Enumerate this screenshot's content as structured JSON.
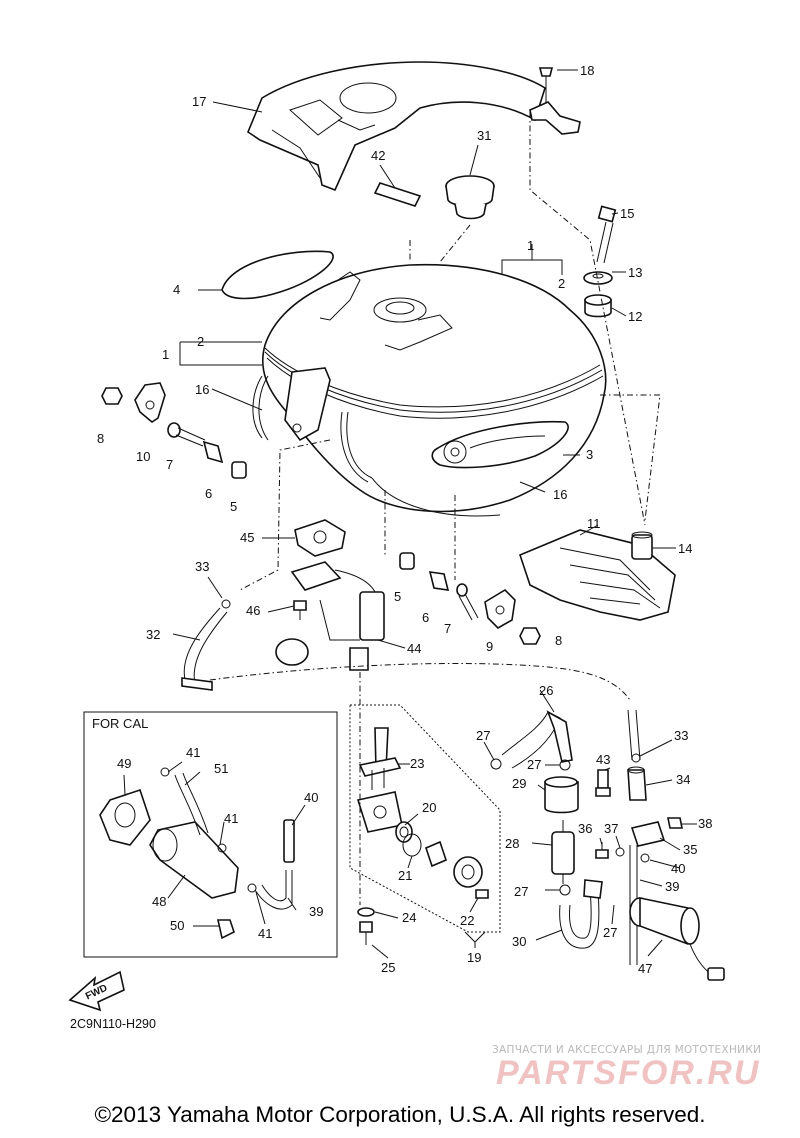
{
  "callouts": {
    "c1a": "1",
    "c1b": "1",
    "c2a": "2",
    "c2b": "2",
    "c3": "3",
    "c4": "4",
    "c5a": "5",
    "c5b": "5",
    "c6a": "6",
    "c6b": "6",
    "c7a": "7",
    "c7b": "7",
    "c8a": "8",
    "c8b": "8",
    "c9": "9",
    "c10": "10",
    "c11": "11",
    "c12": "12",
    "c13": "13",
    "c14": "14",
    "c15": "15",
    "c16a": "16",
    "c16b": "16",
    "c17": "17",
    "c18": "18",
    "c19": "19",
    "c20": "20",
    "c21": "21",
    "c22": "22",
    "c23": "23",
    "c24": "24",
    "c25": "25",
    "c26": "26",
    "c27a": "27",
    "c27b": "27",
    "c27c": "27",
    "c28": "28",
    "c29": "29",
    "c30": "30",
    "c31": "31",
    "c32": "32",
    "c33a": "33",
    "c33b": "33",
    "c34": "34",
    "c35": "35",
    "c36": "36",
    "c37": "37",
    "c38": "38",
    "c39a": "39",
    "c39b": "39",
    "c40a": "40",
    "c40b": "40",
    "c41a": "41",
    "c41b": "41",
    "c41c": "41",
    "c42": "42",
    "c43": "43",
    "c44": "44",
    "c45": "45",
    "c46": "46",
    "c47": "47",
    "c48": "48",
    "c49": "49",
    "c50": "50",
    "c51": "51"
  },
  "cal_box_title": "FOR CAL",
  "fwd_label": "FWD",
  "diagram_code": "2C9N110-H290",
  "watermark": {
    "tagline": "ЗАПЧАСТИ И АКСЕССУАРЫ ДЛЯ МОТОТЕХНИКИ",
    "logo": "PARTSFOR.RU"
  },
  "copyright": "©2013 Yamaha Motor Corporation, U.S.A. All rights reserved."
}
